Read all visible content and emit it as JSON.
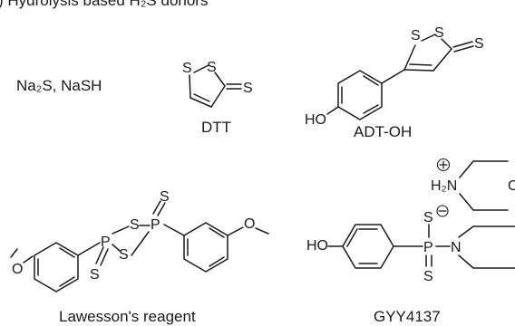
{
  "header": {
    "text": ") Hydrolysis based H₂S donors"
  },
  "compounds": {
    "na2s": {
      "label": "Na₂S, NaSH"
    },
    "dtt": {
      "name": "DTT"
    },
    "adt": {
      "name": "ADT-OH"
    },
    "lawesson": {
      "name": "Lawesson's reagent"
    },
    "gyy": {
      "name": "GYY4137"
    }
  },
  "atoms": {
    "s": "S",
    "o": "O",
    "p": "P",
    "n": "N",
    "ho": "HO",
    "h2n": "H₂N",
    "o_cut": "O",
    "plus": "+",
    "minus": "−"
  },
  "colors": {
    "ink": "#1a1a1a",
    "background": "#ffffff"
  }
}
